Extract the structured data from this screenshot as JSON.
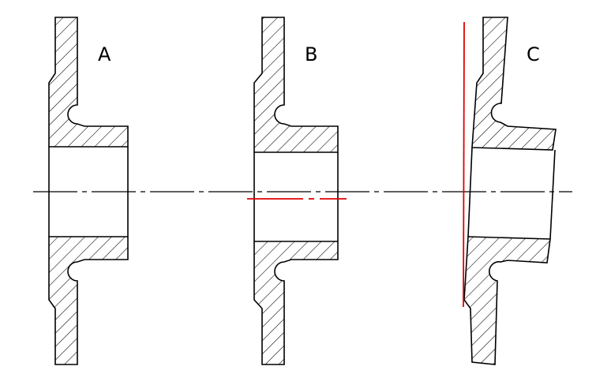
{
  "labels": {
    "a": "A",
    "b": "B",
    "c": "C"
  },
  "colors": {
    "line": "#000000",
    "highlight": "#e00000",
    "background": "#ffffff"
  }
}
